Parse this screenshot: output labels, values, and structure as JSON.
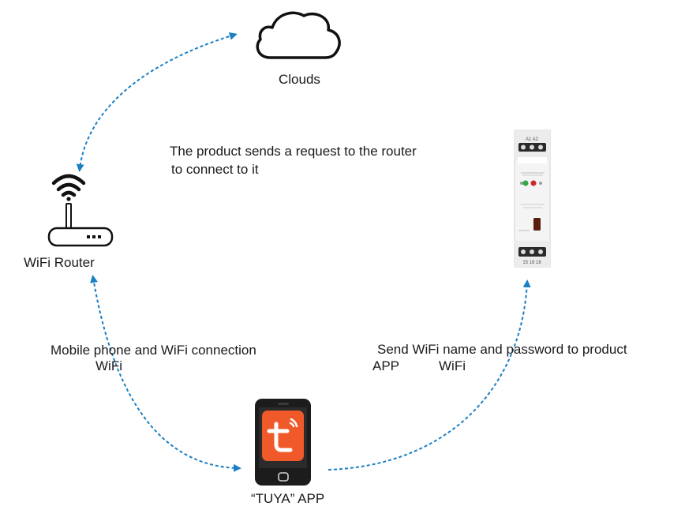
{
  "nodes": {
    "cloud": {
      "label": "Clouds"
    },
    "router": {
      "label": "WiFi Router"
    },
    "phone": {
      "label": "“TUYA” APP"
    },
    "device": {
      "top_terminals": "A1 A2",
      "bottom_terminals": "15 16 18"
    }
  },
  "annotations": {
    "router_request_line1": "The product sends a request to the router",
    "router_request_line2": "to connect to it",
    "phone_wifi_line1": "Mobile phone and WiFi connection",
    "phone_wifi_line2": "WiFi",
    "send_credentials_line1": "Send WiFi name and password to product",
    "send_credentials_app": "APP",
    "send_credentials_wifi": "WiFi"
  },
  "colors": {
    "arrow": "#1a7fc4",
    "app_tile": "#f05a2a",
    "phone_body": "#1c1c1c",
    "icon": "#111111",
    "led_green": "#2ea84a",
    "led_red": "#d02828"
  },
  "icons": {
    "cloud": "cloud-icon",
    "router": "wifi-router-icon",
    "phone": "smartphone-icon",
    "app": "tuya-app-icon",
    "device": "din-rail-relay-device"
  }
}
